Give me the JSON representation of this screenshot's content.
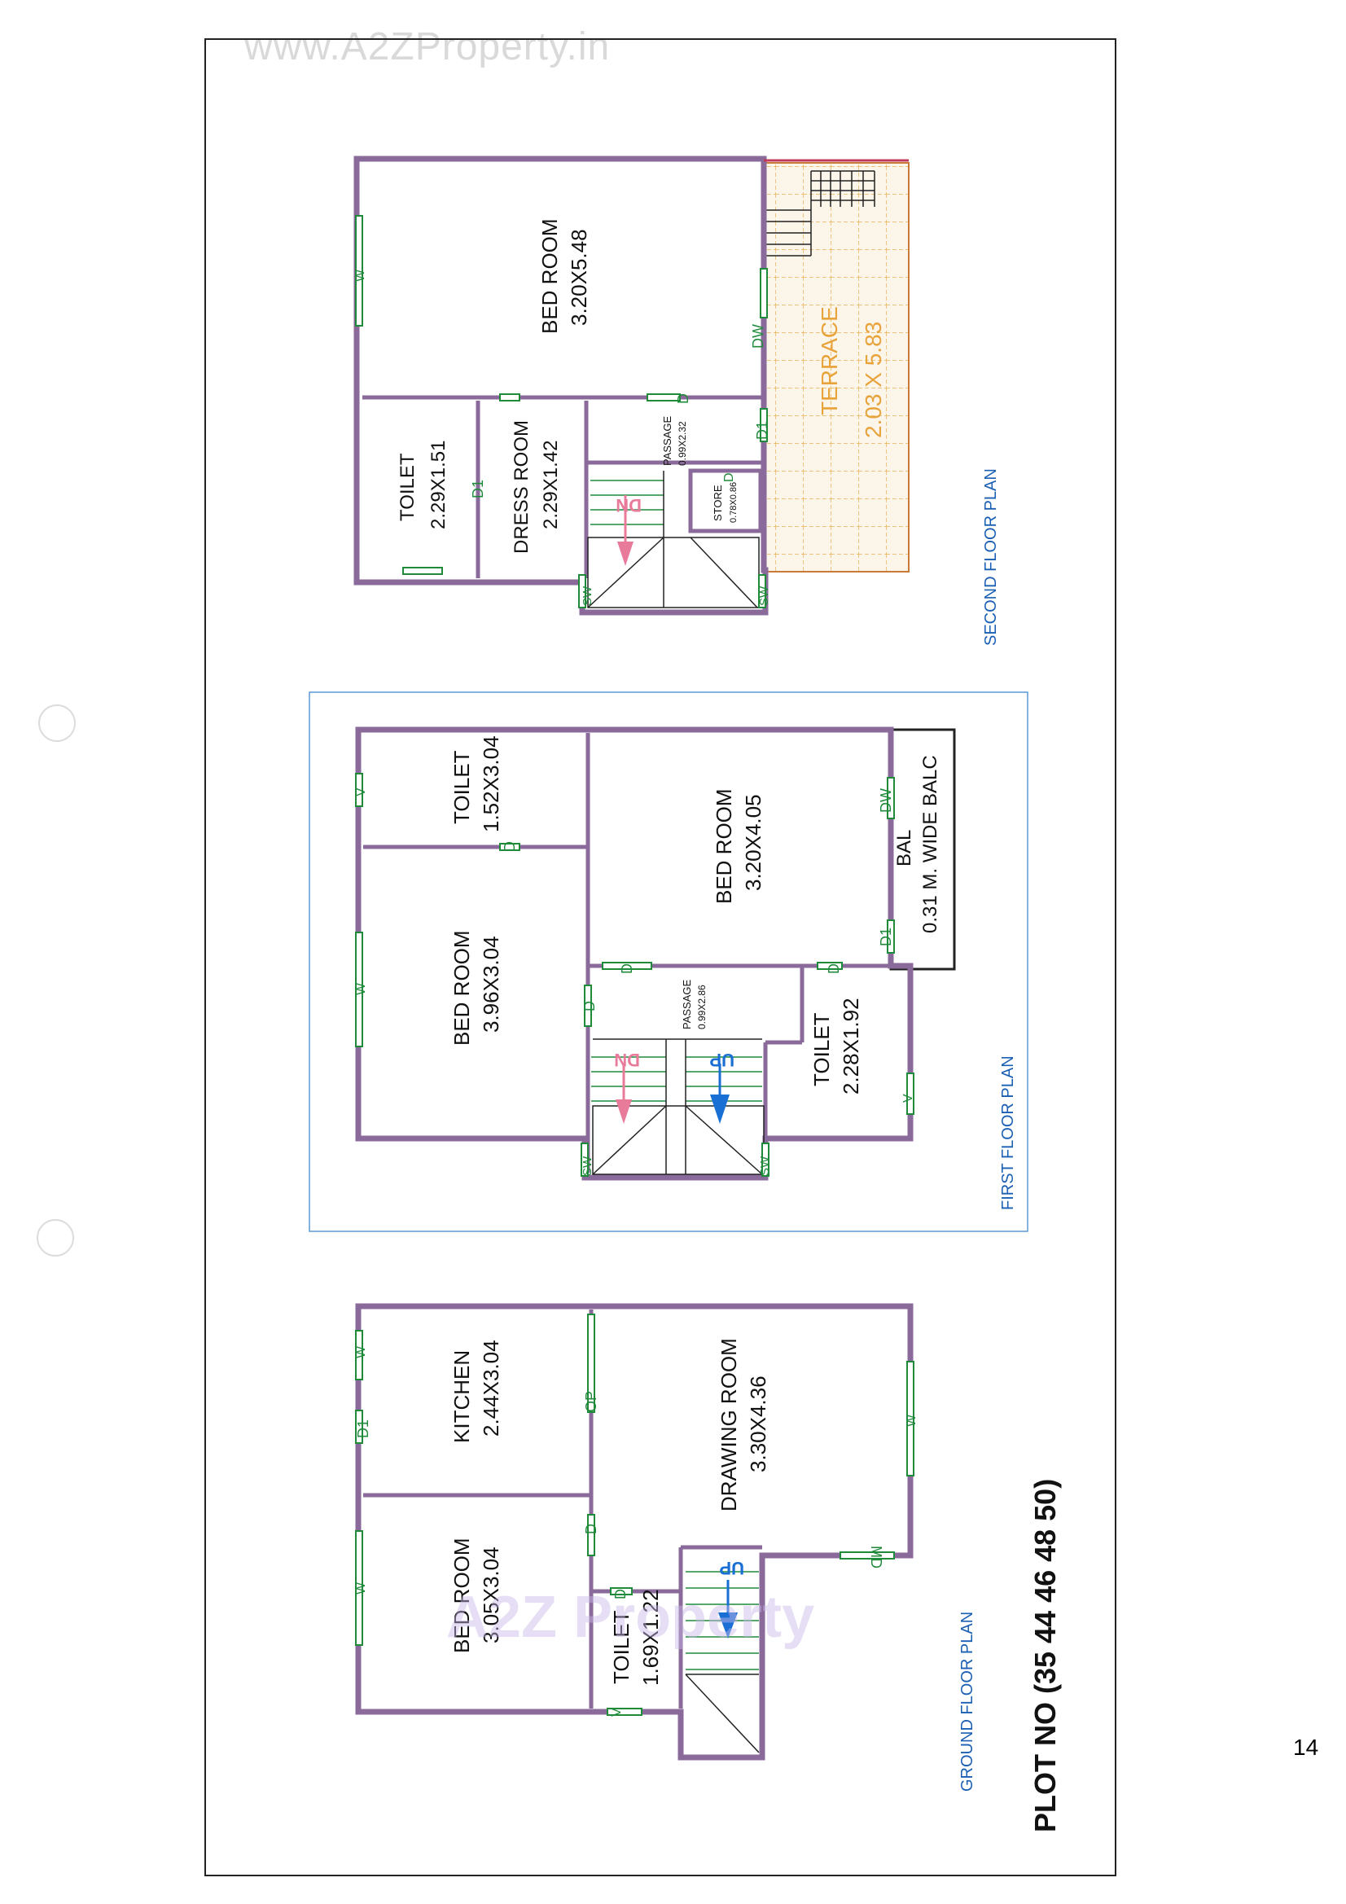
{
  "watermark": {
    "site": "www.A2ZProperty.in",
    "logo": "A2Z Property"
  },
  "page_number": "14",
  "plot_title": "PLOT NO (35 44 46 48 50)",
  "colors": {
    "wall": "#8a6a9a",
    "window": "#1f8a3a",
    "door": "#1f8a3a",
    "plan_label": "#1a5fb4",
    "terrace": "#e8a33a",
    "dn_arrow": "#e87a9a",
    "up_arrow": "#1a6fd4"
  },
  "second_floor": {
    "caption": "SECOND FLOOR PLAN",
    "rooms": {
      "bedroom": {
        "name": "BED ROOM",
        "size": "3.20X5.48"
      },
      "toilet": {
        "name": "TOILET",
        "size": "2.29X1.51"
      },
      "dress": {
        "name": "DRESS ROOM",
        "size": "2.29X1.42"
      },
      "passage": {
        "name": "PASSAGE",
        "size": "0.99X2.32"
      },
      "store": {
        "name": "STORE",
        "size": "0.78X0.86"
      },
      "terrace": {
        "name": "TERRACE",
        "size": "2.03 X 5.83"
      }
    },
    "marks": {
      "w": "W",
      "d1_toilet": "D1",
      "d1_terrace": "D1",
      "d": "D",
      "dw": "DW",
      "sw_left": "SW",
      "sw_right": "SW",
      "d_store": "D",
      "dn": "DN"
    }
  },
  "first_floor": {
    "caption": "FIRST FLOOR PLAN",
    "rooms": {
      "toilet_top": {
        "name": "TOILET",
        "size": "1.52X3.04"
      },
      "bedroom_left": {
        "name": "BED ROOM",
        "size": "3.96X3.04"
      },
      "bedroom_right": {
        "name": "BED ROOM",
        "size": "3.20X4.05"
      },
      "balcony": {
        "name": "BAL",
        "size": "0.31 M. WIDE BALC"
      },
      "passage": {
        "name": "PASSAGE",
        "size": "0.99X2.86"
      },
      "toilet_bottom": {
        "name": "TOILET",
        "size": "2.28X1.92"
      }
    },
    "marks": {
      "v_top": "V",
      "w_left": "W",
      "d_toilet": "D",
      "dw": "DW",
      "d1": "D1",
      "d_bed": "D",
      "d_bed_left": "D",
      "d_toilet2": "D",
      "v_right": "V",
      "sw_left": "SW",
      "sw_right": "SW",
      "dn": "DN",
      "up": "UP"
    }
  },
  "ground_floor": {
    "caption": "GROUND FLOOR PLAN",
    "rooms": {
      "kitchen": {
        "name": "KITCHEN",
        "size": "2.44X3.04"
      },
      "bedroom": {
        "name": "BED ROOM",
        "size": "3.05X3.04"
      },
      "drawing": {
        "name": "DRAWING ROOM",
        "size": "3.30X4.36"
      },
      "toilet": {
        "name": "TOILET",
        "size": "1.69X1.22"
      }
    },
    "marks": {
      "w_kitchen": "W",
      "d1": "D1",
      "op": "OP",
      "w_bed": "W",
      "d": "D",
      "w_drawing": "W",
      "md": "MD",
      "d_toilet": "D",
      "v": "V",
      "up": "UP"
    }
  }
}
